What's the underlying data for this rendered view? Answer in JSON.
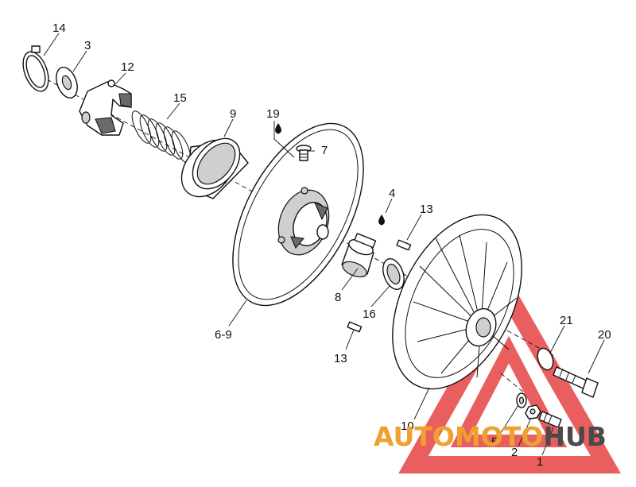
{
  "callouts": {
    "c14": "14",
    "c3": "3",
    "c12": "12",
    "c15": "15",
    "c9": "9",
    "c19": "19",
    "c7": "7",
    "c4": "4",
    "c13a": "13",
    "c13b": "13",
    "c8": "8",
    "c16": "16",
    "c6_9": "6-9",
    "c10": "10",
    "c21": "21",
    "c20": "20",
    "c5": "5",
    "c2": "2",
    "c1": "1"
  },
  "watermark": {
    "part1": "AUTO",
    "part2": "MOTO",
    "part3": "HUB",
    "color_orange": "#f0a030",
    "color_gray": "#4a4a4a",
    "triangle_color": "#e02020"
  }
}
